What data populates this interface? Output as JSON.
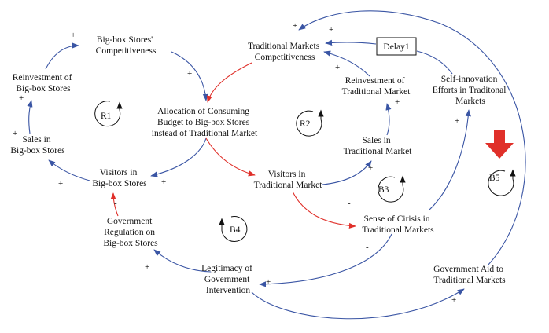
{
  "nodes": {
    "bigbox_comp": [
      "Big-box Stores'",
      "Competitiveness"
    ],
    "reinvest_bigbox": [
      "Reinvestment of",
      "Big-box Stores"
    ],
    "sales_bigbox": [
      "Sales in",
      "Big-box Stores"
    ],
    "visitors_bigbox": [
      "Visitors in",
      "Big-box Stores"
    ],
    "allocation": [
      "Allocation of Consuming",
      "Budget to Big-box Stores",
      "instead of Traditional Market"
    ],
    "trad_comp": [
      "Traditional Markets",
      "Competitiveness"
    ],
    "delay": [
      "Delay1"
    ],
    "reinvest_trad": [
      "Reinvestment of",
      "Traditional Market"
    ],
    "self_innov": [
      "Self-innovation",
      "Efforts in Traditonal",
      "Markets"
    ],
    "sales_trad": [
      "Sales in",
      "Traditional Market"
    ],
    "visitors_trad": [
      "Visitors in",
      "Traditional Market"
    ],
    "crisis": [
      "Sense of Cirisis in",
      "Traditional Markets"
    ],
    "gov_reg": [
      "Government",
      "Regulation on",
      "Big-box Stores"
    ],
    "legitimacy": [
      "Legitimacy of",
      "Government",
      "Intervention"
    ],
    "gov_aid": [
      "Government Aid to",
      "Traditional Markets"
    ]
  },
  "loops": {
    "R1": "R1",
    "R2": "R2",
    "B3": "B3",
    "B4": "B4",
    "B5": "B5"
  },
  "signs": {
    "plus": "+",
    "minus": "-"
  },
  "colors": {
    "positive_link": "#3a55a4",
    "negative_link": "#e0302a",
    "highlight_arrow": "#e0302a"
  }
}
